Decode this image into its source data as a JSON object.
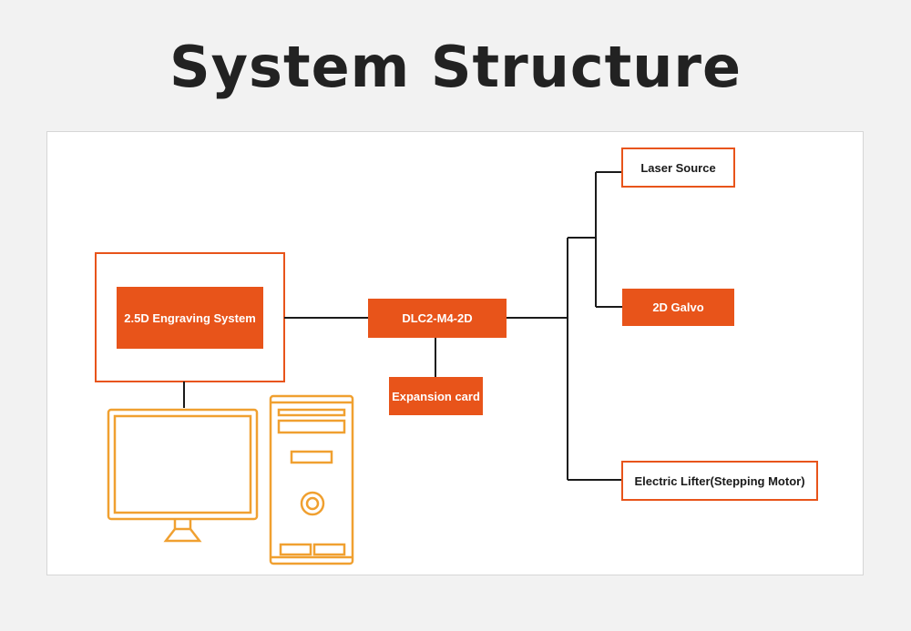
{
  "title": "System Structure",
  "nodes": {
    "engraving_system": "2.5D Engraving System",
    "controller": "DLC2-M4-2D",
    "expansion_card": "Expansion card",
    "laser_source": "Laser Source",
    "galvo": "2D Galvo",
    "lifter": "Electric Lifter(Stepping Motor)"
  },
  "colors": {
    "accent": "#e8541a",
    "computer_illustration": "#f0a030",
    "connector": "#1a1a1a",
    "title": "#222222",
    "background": "#f2f2f2"
  },
  "icons": [
    "monitor-icon",
    "pc-tower-icon"
  ]
}
